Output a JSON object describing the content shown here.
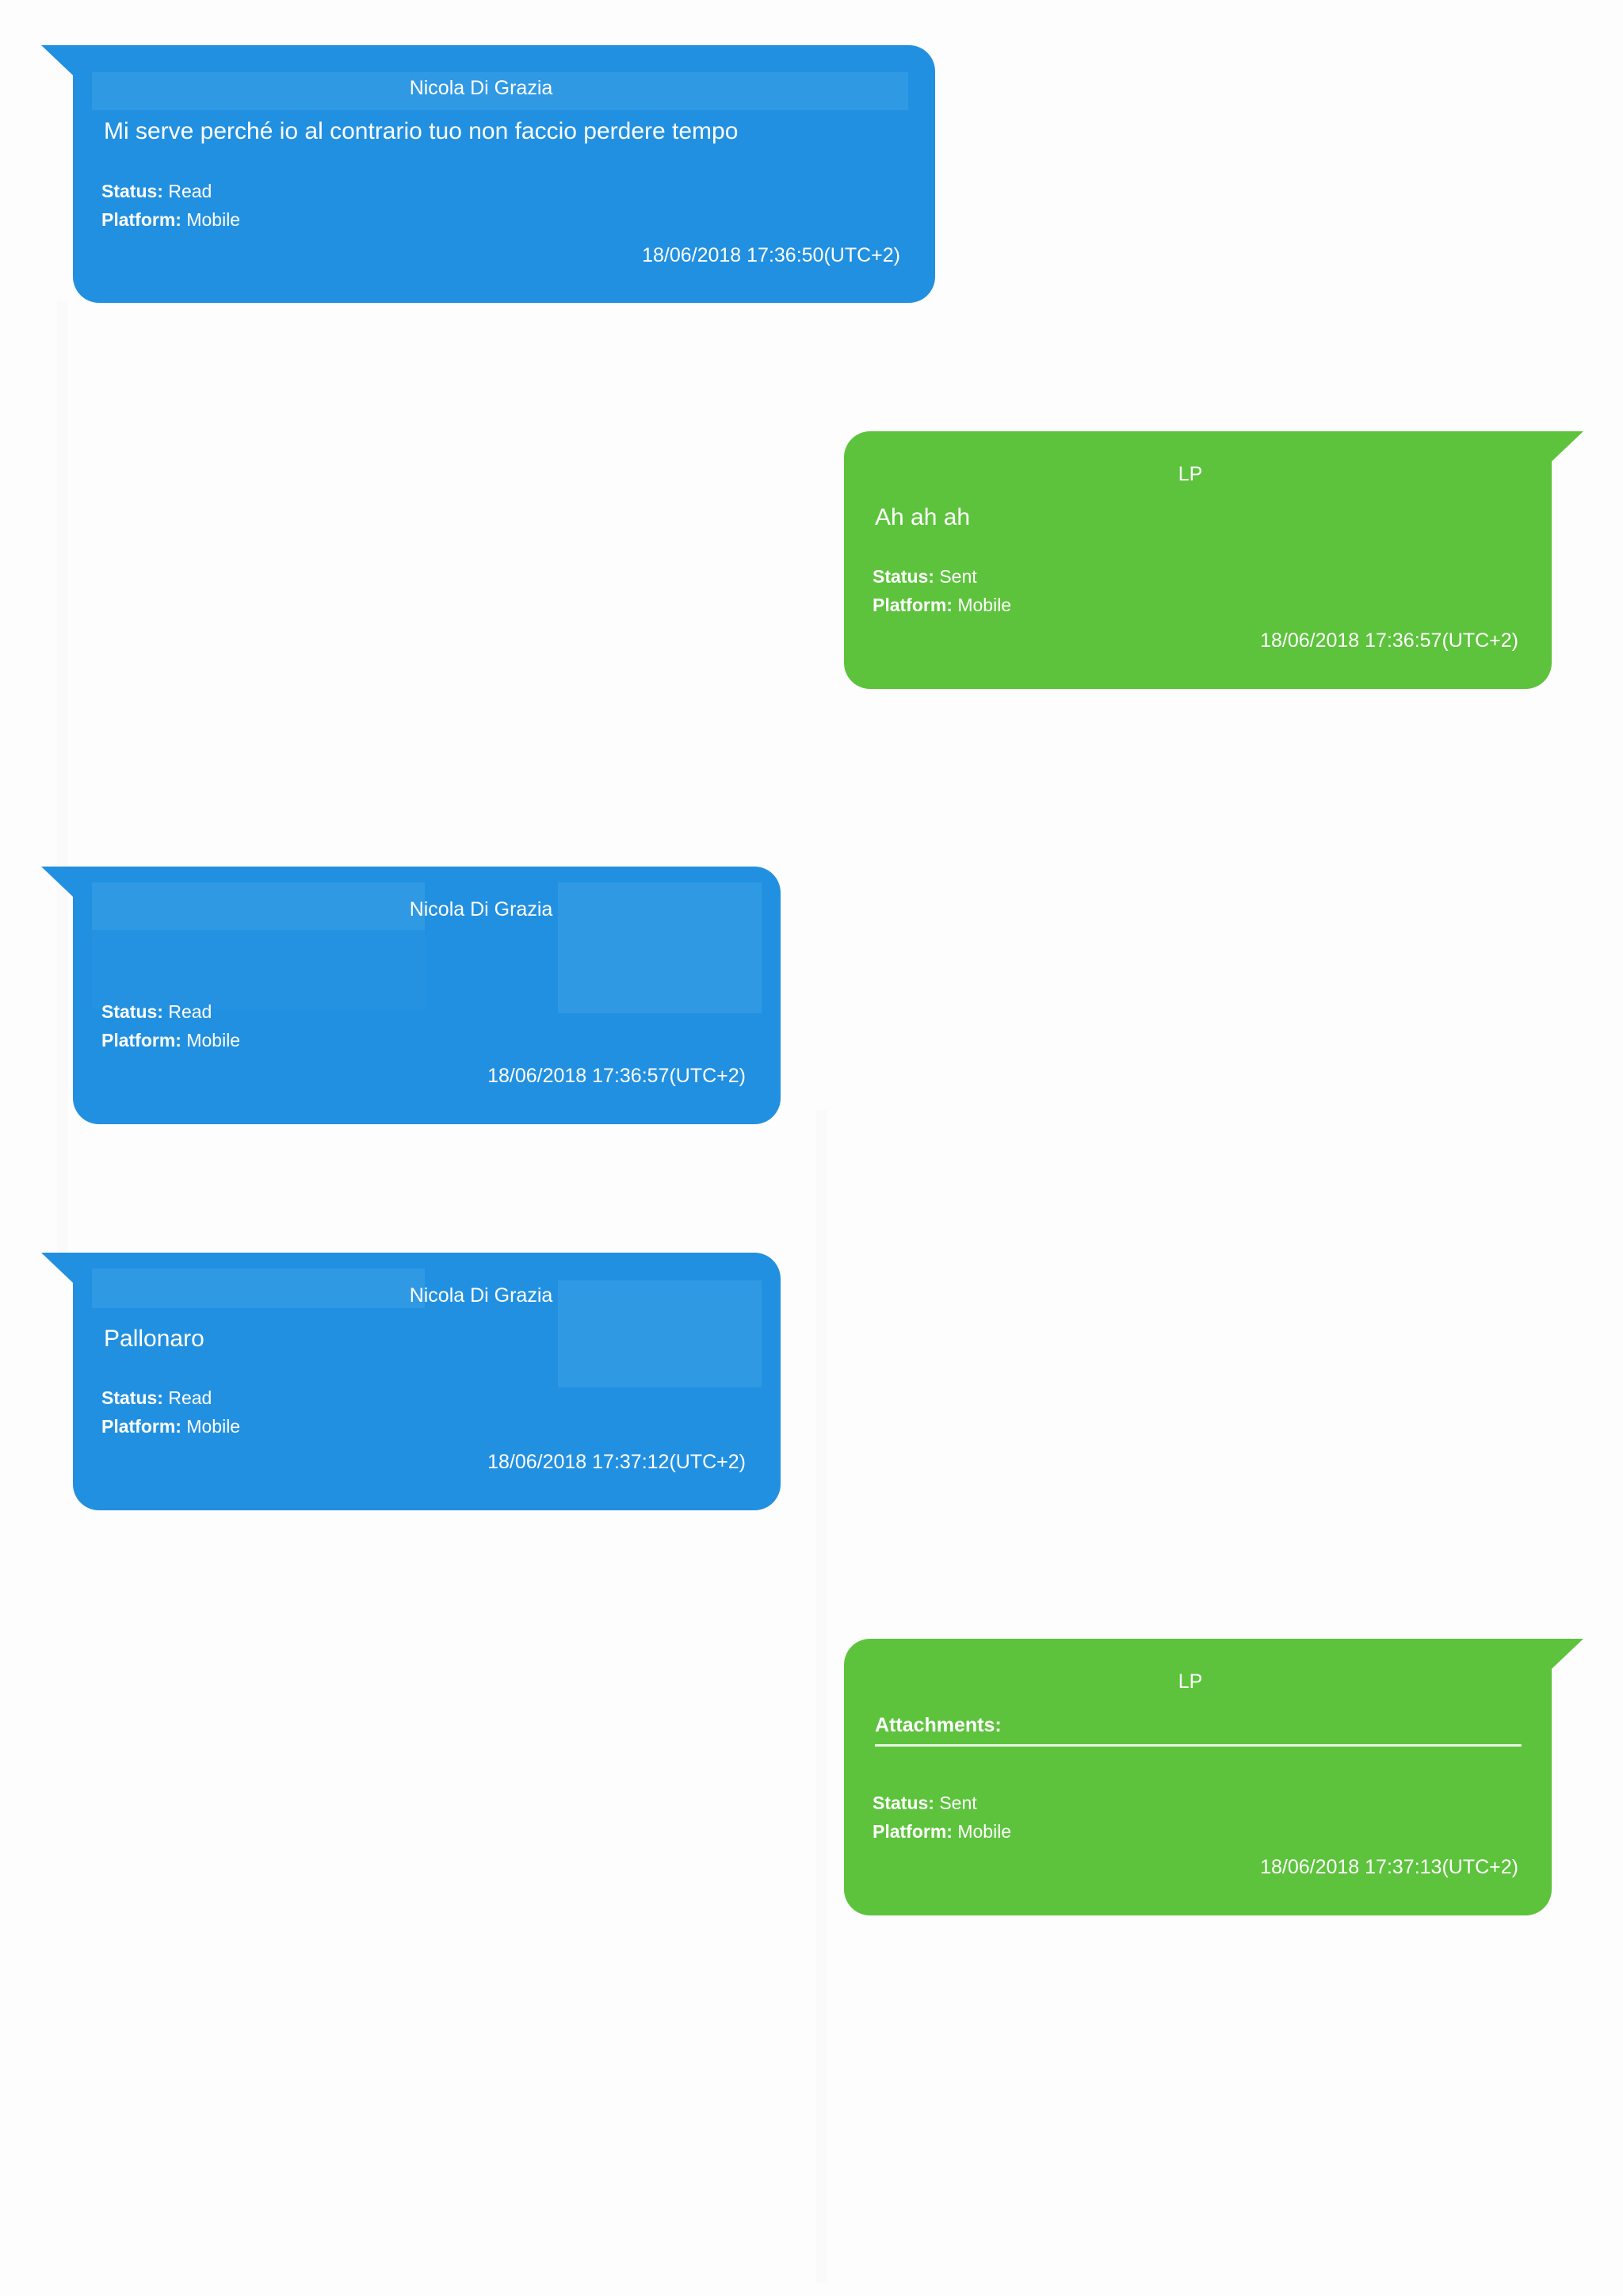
{
  "messages": [
    {
      "sender": "Nicola Di Grazia",
      "text": "Mi serve perché io al contrario tuo non faccio perdere tempo",
      "status_label": "Status:",
      "status": "Read",
      "platform_label": "Platform:",
      "platform": "Mobile",
      "timestamp": "18/06/2018 17:36:50(UTC+2)"
    },
    {
      "sender": "LP",
      "text": "Ah ah ah",
      "status_label": "Status:",
      "status": "Sent",
      "platform_label": "Platform:",
      "platform": "Mobile",
      "timestamp": "18/06/2018 17:36:57(UTC+2)"
    },
    {
      "sender": "Nicola Di Grazia",
      "text": "",
      "status_label": "Status:",
      "status": "Read",
      "platform_label": "Platform:",
      "platform": "Mobile",
      "timestamp": "18/06/2018 17:36:57(UTC+2)"
    },
    {
      "sender": "Nicola Di Grazia",
      "text": "Pallonaro",
      "status_label": "Status:",
      "status": "Read",
      "platform_label": "Platform:",
      "platform": "Mobile",
      "timestamp": "18/06/2018 17:37:12(UTC+2)"
    },
    {
      "sender": "LP",
      "attachments_label": "Attachments:",
      "status_label": "Status:",
      "status": "Sent",
      "platform_label": "Platform:",
      "platform": "Mobile",
      "timestamp": "18/06/2018 17:37:13(UTC+2)"
    }
  ],
  "colors": {
    "incoming": "#2290e0",
    "outgoing": "#5dc33d",
    "text": "#ffffff"
  }
}
